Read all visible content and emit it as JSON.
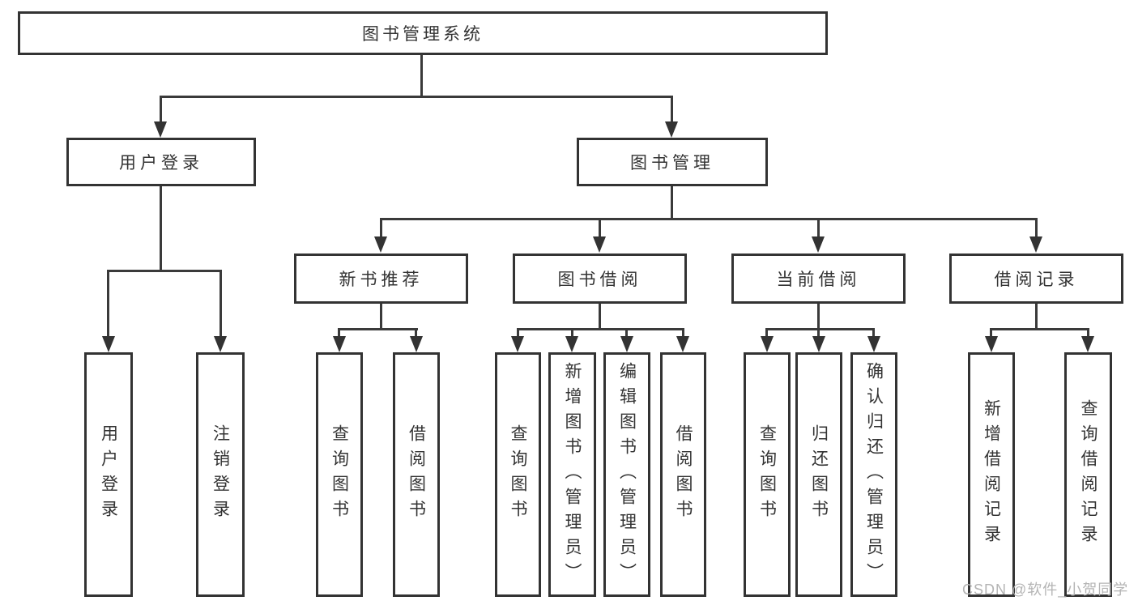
{
  "colors": {
    "border": "#333333",
    "line": "#3a3a3a",
    "text": "#333333",
    "watermark": "#b4b4b4",
    "background": "#ffffff"
  },
  "diagram": {
    "root": {
      "label": "图书管理系统"
    },
    "branches": {
      "user_login": {
        "label": "用户登录",
        "children": [
          {
            "label": "用户登录"
          },
          {
            "label": "注销登录"
          }
        ]
      },
      "book_management": {
        "label": "图书管理",
        "children": [
          {
            "label": "新书推荐",
            "children": [
              {
                "label": "查询图书"
              },
              {
                "label": "借阅图书"
              }
            ]
          },
          {
            "label": "图书借阅",
            "children": [
              {
                "label": "查询图书"
              },
              {
                "label": "新增图书（管理员）"
              },
              {
                "label": "编辑图书（管理员）"
              },
              {
                "label": "借阅图书"
              }
            ]
          },
          {
            "label": "当前借阅",
            "children": [
              {
                "label": "查询图书"
              },
              {
                "label": "归还图书"
              },
              {
                "label": "确认归还（管理员）"
              }
            ]
          },
          {
            "label": "借阅记录",
            "children": [
              {
                "label": "新增借阅记录"
              },
              {
                "label": "查询借阅记录"
              }
            ]
          }
        ]
      }
    }
  },
  "watermark": {
    "text": "CSDN @软件_小贺同学"
  }
}
